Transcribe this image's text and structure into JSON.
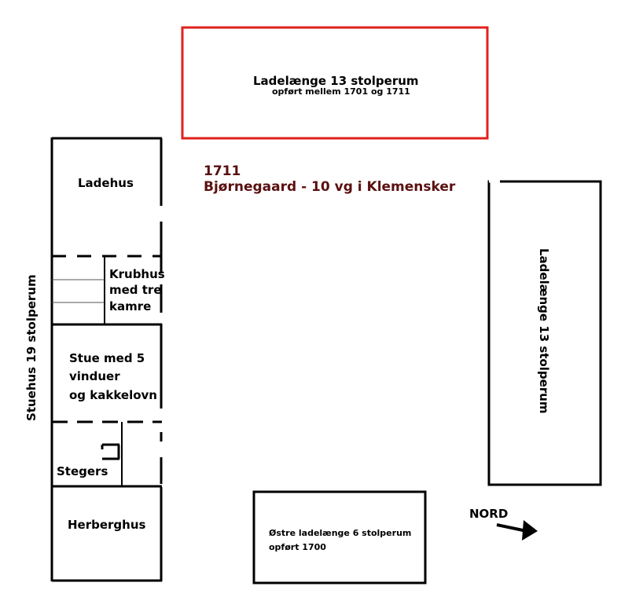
{
  "title": {
    "year": "1711",
    "name": "Bjørnegaard - 10 vg i Klemensker",
    "color": "#5a1010"
  },
  "buildings": {
    "north_barn": {
      "label": "Ladelænge 13 stolperum",
      "note": "opført mellem 1701 og 1711",
      "outline_color": "#e0201c"
    },
    "east_barn": {
      "label": "Ladelænge 13 stolperum"
    },
    "south_barn": {
      "label": "Østre ladelænge 6 stolperum",
      "note": "opført 1700"
    },
    "farmhouse": {
      "label": "Stuehus 19 stolperum",
      "rooms": {
        "ladehus": "Ladehus",
        "krubhus": [
          "Krubhus",
          "med tre",
          "kamre"
        ],
        "stue": [
          "Stue med 5",
          "vinduer",
          "og kakkelovn"
        ],
        "stegers": "Stegers",
        "herberghus": "Herberghus"
      }
    }
  },
  "compass": {
    "label": "NORD",
    "icon": "arrow-right-icon"
  }
}
